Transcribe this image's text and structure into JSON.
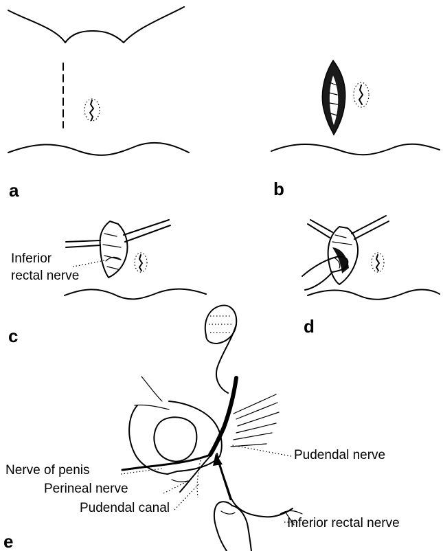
{
  "panels": {
    "a": {
      "letter": "a"
    },
    "b": {
      "letter": "b"
    },
    "c": {
      "letter": "c",
      "labels": {
        "inferior_rectal_nerve_line1": "Inferior",
        "inferior_rectal_nerve_line2": "rectal nerve"
      }
    },
    "d": {
      "letter": "d"
    },
    "e": {
      "letter": "e",
      "labels": {
        "nerve_of_penis": "Nerve of penis",
        "perineal_nerve": "Perineal nerve",
        "pudendal_canal": "Pudendal canal",
        "pudendal_nerve": "Pudendal nerve",
        "inferior_rectal_nerve": "Inferior rectal nerve"
      }
    }
  }
}
